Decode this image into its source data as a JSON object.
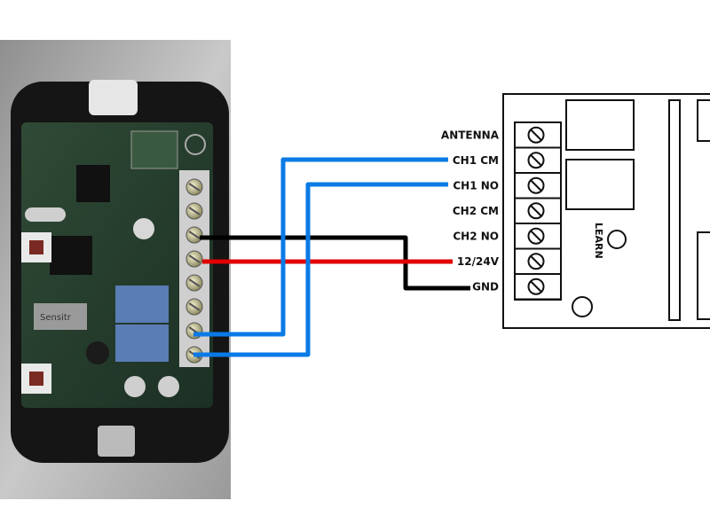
{
  "terminals": [
    {
      "label": "ANTENNA"
    },
    {
      "label": "CH1 CM"
    },
    {
      "label": "CH1 NO"
    },
    {
      "label": "CH2 CM"
    },
    {
      "label": "CH2 NO"
    },
    {
      "label": "12/24V"
    },
    {
      "label": "GND"
    }
  ],
  "learn_label": "LEARN",
  "pcb_marking": "Sensitr",
  "wires": [
    {
      "from": "CH1 CM",
      "color": "#0a7ae6"
    },
    {
      "from": "CH1 NO",
      "color": "#0a7ae6"
    },
    {
      "from": "12/24V",
      "color": "#e00000"
    },
    {
      "from": "GND",
      "color": "#000000"
    }
  ]
}
